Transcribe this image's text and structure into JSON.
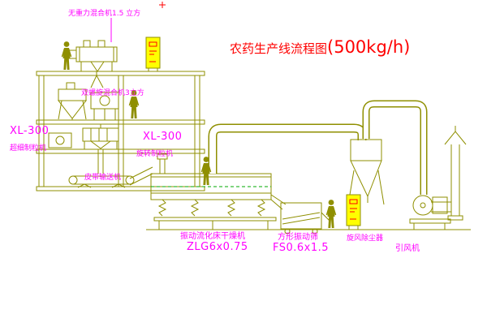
{
  "title": {
    "text": "农药生产线流程图",
    "capacity": "(500kg/h)"
  },
  "equipment_labels": {
    "gravity_mixer": "无重力混合机1.5 立方",
    "screw_mixer": "双螺旋混合机3立方",
    "granulator_left_model": "XL-300",
    "granulator_left_type": "超细制粒机",
    "granulator_center_model": "XL-300",
    "granulator_center_type": "旋转制粒机",
    "belt_conveyor": "皮带输送机",
    "fluid_bed_dryer": "振动流化床干燥机",
    "fluid_bed_dryer_model": "ZLG6x0.75",
    "vibrating_screen": "方形振动筛",
    "vibrating_screen_model": "FS0.6x1.5",
    "cyclone": "旋风除尘器",
    "induced_draft_fan": "引风机"
  },
  "colors": {
    "line": "#8f8f00",
    "label": "#ff00ff",
    "title": "#ff0000",
    "cabinet_fill": "#ffff00",
    "accent_red": "#ff0000",
    "background": "#ffffff"
  }
}
